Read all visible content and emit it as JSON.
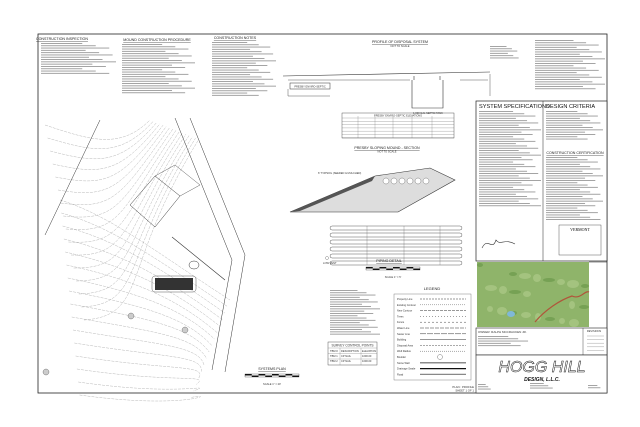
{
  "notes": {
    "construction_inspection": "CONSTRUCTION INSPECTION",
    "mound_procedure": "MOUND CONSTRUCTION PROCEDURE",
    "construction_notes": "CONSTRUCTION NOTES"
  },
  "profile": {
    "title": "PROFILE OF DISPOSAL SYSTEM",
    "scale": "NOT TO SCALE",
    "tank_label": "1,000 GAL SEPTIC TANK",
    "bed_label": "PRESBY ENVIRO-SEPTIC"
  },
  "elevation_table": {
    "title": "PRESBY ENVIRO-SEPTIC ELEVATIONS"
  },
  "mound_section": {
    "title": "PRESBY SLOPING MOUND - SECTION",
    "scale": "NOT TO SCALE",
    "topsoil": "6\" TOPSOIL (SEEDED & MULCHED)"
  },
  "piping_detail": {
    "title": "PIPING DETAIL",
    "scale": "SCALE 1\" = 5'",
    "low_vent": "LOW VENT"
  },
  "systems_plan": {
    "title": "SYSTEMS PLAN",
    "scale": "SCALE 1\" = 20'"
  },
  "survey": {
    "title": "SURVEY CONTROL POINTS",
    "columns": [
      "TBM #",
      "DESCRIPTION",
      "ELEVATION"
    ],
    "rows": [
      [
        "TBM 1",
        "CP NAIL",
        "1000.00"
      ],
      [
        "TBM 2",
        "CP NAIL",
        "1000.00"
      ]
    ]
  },
  "legend": {
    "title": "LEGEND",
    "items": [
      "Property Line",
      "Existing Contour",
      "New Contour",
      "Trees",
      "Fence",
      "Water Line",
      "Sewer Line",
      "Building",
      "Disposal Area",
      "Well Radius",
      "Boulder",
      "Stone Wall",
      "Drainage Swale",
      "Road"
    ]
  },
  "specs": {
    "system_specifications": "SYSTEM SPECIFICATIONS",
    "design_criteria": "DESIGN CRITERIA",
    "construction_certification": "CONSTRUCTION CERTIFICATION",
    "stamp": "VERMONT"
  },
  "owner_block": {
    "owner": "OWNER:  RALPH MCCRACKEN JR.",
    "revisions": "REVISIONS"
  },
  "firm": {
    "name": "HOGG HILL",
    "suffix": "DESIGN, L.L.C.",
    "sheet_title": "PLAN : PROFILE",
    "sheet_number": "SHEET 1 OF 1"
  },
  "colors": {
    "line": "#333333",
    "map_green": "#8fb46a",
    "map_road": "#b0553a"
  }
}
